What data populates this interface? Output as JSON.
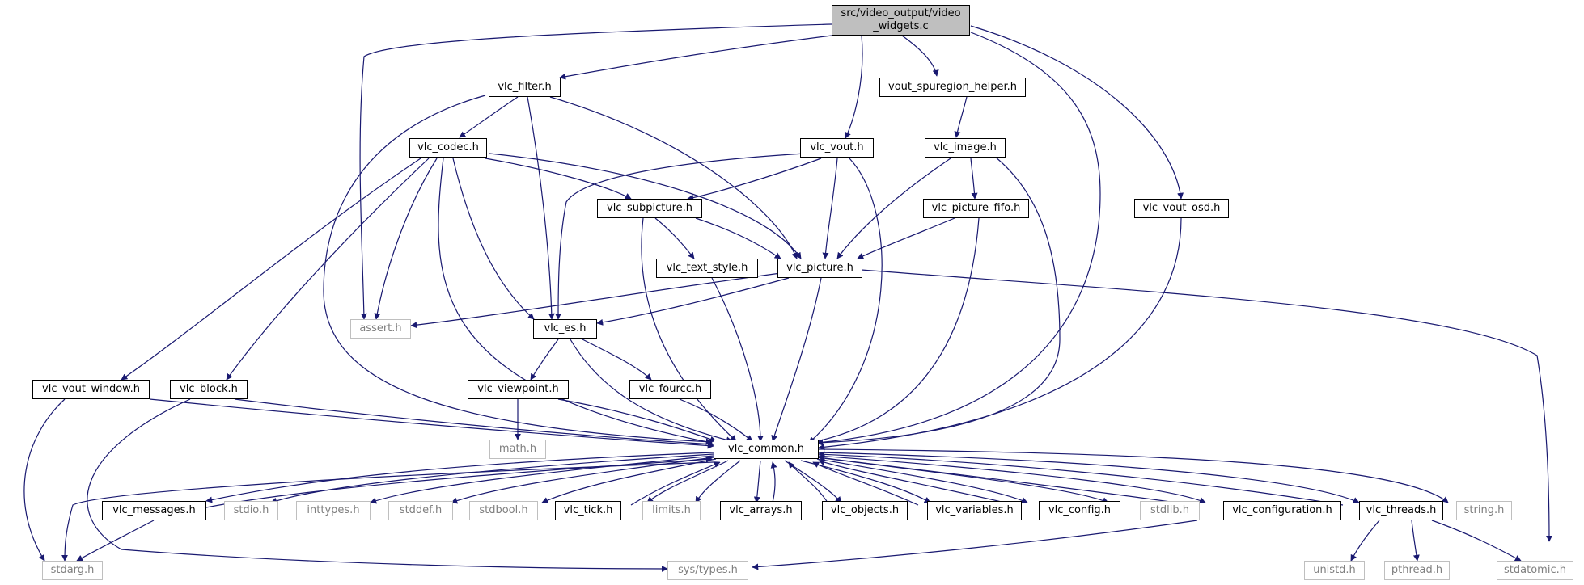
{
  "colors": {
    "edge": "#191970",
    "node_border": "#000000",
    "external_border": "#bfbfbf",
    "external_text": "#7f7f7f",
    "root_fill": "#bfbfbf"
  },
  "nodes": {
    "video_widgets": {
      "label_line1": "src/video_output/video",
      "label_line2": "_widgets.c"
    },
    "vlc_filter": {
      "label": "vlc_filter.h"
    },
    "vout_spuregion_helper": {
      "label": "vout_spuregion_helper.h"
    },
    "vlc_codec": {
      "label": "vlc_codec.h"
    },
    "vlc_vout": {
      "label": "vlc_vout.h"
    },
    "vlc_image": {
      "label": "vlc_image.h"
    },
    "vlc_subpicture": {
      "label": "vlc_subpicture.h"
    },
    "vlc_picture_fifo": {
      "label": "vlc_picture_fifo.h"
    },
    "vlc_vout_osd": {
      "label": "vlc_vout_osd.h"
    },
    "vlc_text_style": {
      "label": "vlc_text_style.h"
    },
    "vlc_picture": {
      "label": "vlc_picture.h"
    },
    "assert": {
      "label": "assert.h"
    },
    "vlc_es": {
      "label": "vlc_es.h"
    },
    "vlc_vout_window": {
      "label": "vlc_vout_window.h"
    },
    "vlc_block": {
      "label": "vlc_block.h"
    },
    "vlc_viewpoint": {
      "label": "vlc_viewpoint.h"
    },
    "vlc_fourcc": {
      "label": "vlc_fourcc.h"
    },
    "math": {
      "label": "math.h"
    },
    "vlc_common": {
      "label": "vlc_common.h"
    },
    "vlc_messages": {
      "label": "vlc_messages.h"
    },
    "stdio": {
      "label": "stdio.h"
    },
    "inttypes": {
      "label": "inttypes.h"
    },
    "stddef": {
      "label": "stddef.h"
    },
    "stdbool": {
      "label": "stdbool.h"
    },
    "vlc_tick": {
      "label": "vlc_tick.h"
    },
    "limits": {
      "label": "limits.h"
    },
    "vlc_arrays": {
      "label": "vlc_arrays.h"
    },
    "vlc_objects": {
      "label": "vlc_objects.h"
    },
    "vlc_variables": {
      "label": "vlc_variables.h"
    },
    "vlc_config": {
      "label": "vlc_config.h"
    },
    "stdlib": {
      "label": "stdlib.h"
    },
    "vlc_configuration": {
      "label": "vlc_configuration.h"
    },
    "vlc_threads": {
      "label": "vlc_threads.h"
    },
    "string": {
      "label": "string.h"
    },
    "stdarg": {
      "label": "stdarg.h"
    },
    "sys_types": {
      "label": "sys/types.h"
    },
    "unistd": {
      "label": "unistd.h"
    },
    "pthread": {
      "label": "pthread.h"
    },
    "stdatomic": {
      "label": "stdatomic.h"
    }
  }
}
